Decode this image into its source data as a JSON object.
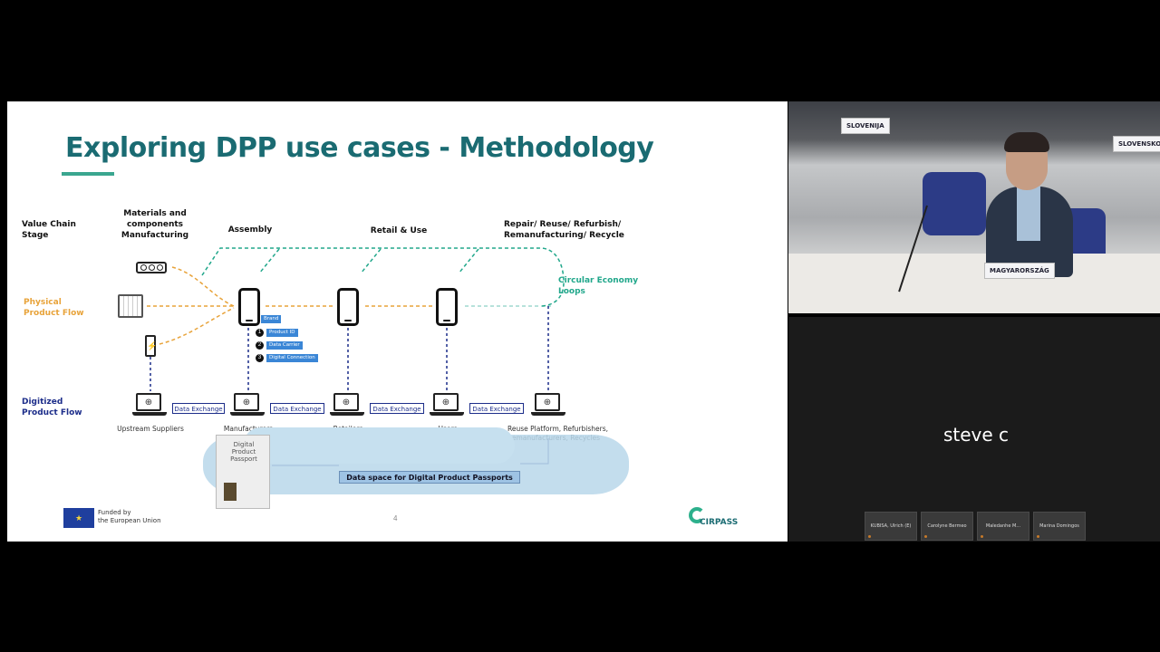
{
  "slide": {
    "title": "Exploring DPP use cases - Methodology",
    "row_labels": {
      "value_chain": "Value Chain\nStage",
      "physical": "Physical\nProduct Flow",
      "digitized": "Digitized\nProduct Flow"
    },
    "stages": {
      "materials": "Materials and\ncomponents\nManufacturing",
      "assembly": "Assembly",
      "retail": "Retail & Use",
      "circular": "Repair/ Reuse/ Refurbish/\nRemanufacturing/ Recycle"
    },
    "circular_loops": "Circular Economy\nLoops",
    "actors": [
      "Upstream Suppliers",
      "Manufacturers",
      "Retailers",
      "Users",
      "Reuse Platform, Refurbishers,\nRemanufacturers, Recycles"
    ],
    "data_exchange": "Data Exchange",
    "badges": [
      "Brand",
      "Product ID",
      "Data Carrier",
      "Digital Connection"
    ],
    "badge_numbers": [
      "1",
      "2",
      "3"
    ],
    "passport_title": "Digital\nProduct\nPassport",
    "data_space": "Data space for Digital Product Passports",
    "funded": "Funded by\nthe European Union",
    "page_number": "4",
    "logo": "CIRPASS",
    "colors": {
      "title": "#1a6b72",
      "physical_flow": "#e8a33a",
      "digital_flow": "#1c2d8a",
      "circular_flow": "#21a78b"
    }
  },
  "camera": {
    "nameplates": [
      "SLOVENIJA",
      "SLOVENSKO",
      "MAGYARORSZÁG"
    ]
  },
  "participant": {
    "name": "steve c"
  },
  "thumbnails": [
    "KUBISA, Ulrich (E)",
    "Carolyne Bermeo",
    "Maledanhe M...",
    "Marina Domingos"
  ]
}
